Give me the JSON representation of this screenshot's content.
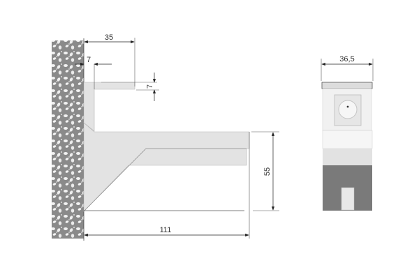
{
  "side_view": {
    "dimensions": {
      "top_depth": "35",
      "lip_offset": "7",
      "lip_thickness": "7",
      "height": "55",
      "length": "111"
    }
  },
  "front_view": {
    "dimensions": {
      "width": "36,5"
    }
  },
  "colors": {
    "bracket": "#e3e3e3",
    "bracket_edge": "#9a9a9a",
    "body_dark": "#7a7a7a",
    "wall": "#8c8c8c"
  }
}
